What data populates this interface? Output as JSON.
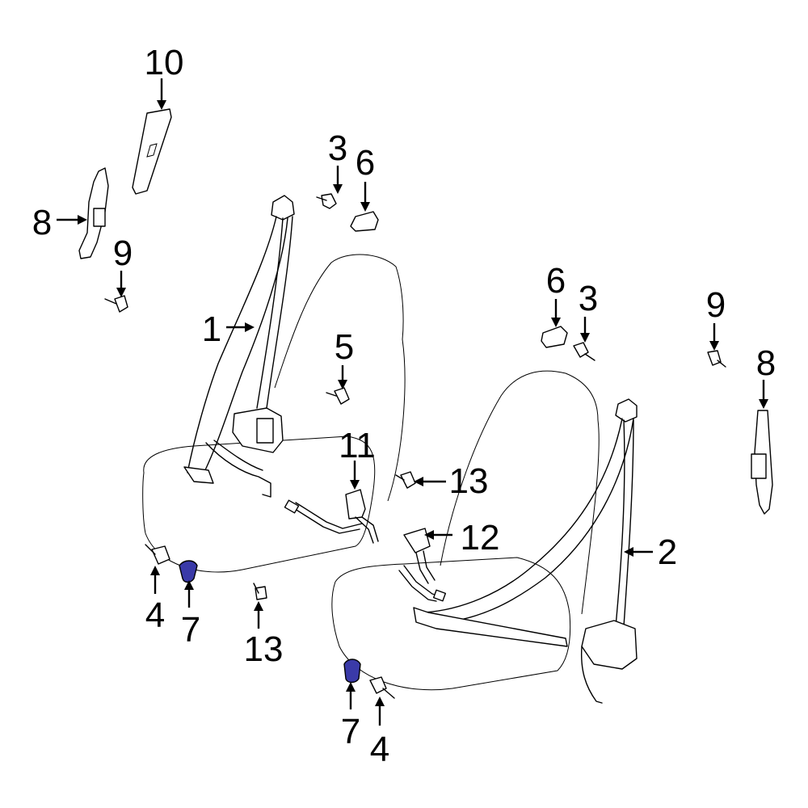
{
  "diagram": {
    "highlight_color": "#3a3aa8",
    "callouts": {
      "c1": "1",
      "c2": "2",
      "c3a": "3",
      "c3b": "3",
      "c4a": "4",
      "c4b": "4",
      "c5": "5",
      "c6a": "6",
      "c6b": "6",
      "c7a": "7",
      "c7b": "7",
      "c8a": "8",
      "c8b": "8",
      "c9a": "9",
      "c9b": "9",
      "c10": "10",
      "c11": "11",
      "c12": "12",
      "c13a": "13",
      "c13b": "13"
    }
  }
}
